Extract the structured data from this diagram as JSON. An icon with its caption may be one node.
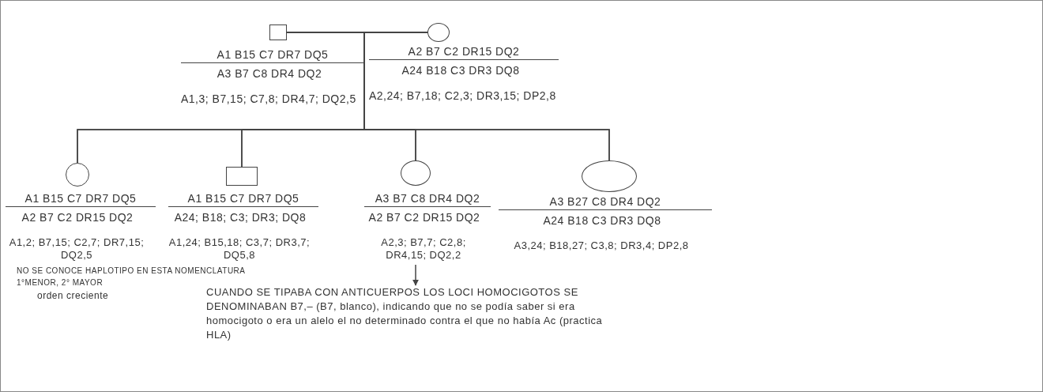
{
  "diagram": {
    "nodes": [
      {
        "text": [],
        "shape": "box",
        "beside": [
          "A1 B15 C7 DR7 DQ5",
          "A3 B7 C8 DR4 DQ2",
          "A1,3; B7,15; C7,8; DR4,7; DQ2,5"
        ]
      },
      {
        "text": [],
        "shape": "circle",
        "beside": [
          "A2 B7 C2 DR15 DQ2",
          "A24 B18 C3 DR3 DQ8",
          "A2,24; B7,18; C2,3; DR3,15; DP2,8"
        ]
      },
      {
        "text": [],
        "shape": "circle",
        "beside": [
          "A1 B15 C7 DR7 DQ5",
          "A2 B7 C2 DR15 DQ2",
          "A1,2; B7,15; C2,7; DR7,15; DQ2,5"
        ]
      },
      {
        "text": [],
        "shape": "box",
        "beside": [
          "A1 B15 C7 DR7 DQ5",
          "A24; B18; C3; DR3; DQ8",
          "A1,24; B15,18; C3,7; DR3,7; DQ5,8"
        ]
      },
      {
        "text": [],
        "shape": "circle",
        "beside": [
          "A3 B7 C8 DR4 DQ2",
          "A2 B7 C2 DR15 DQ2",
          "A2,3; B7,7; C2,8; DR4,15; DQ2,2"
        ]
      },
      {
        "text": [],
        "shape": "circle",
        "beside": [
          "A3 B27 C8 DR4 DQ2",
          "A24 B18 C3 DR3 DQ8",
          "A3,24; B18,27; C3,8; DR3,4; DP2,8"
        ]
      },
      {
        "text": [
          "CUANDO SE TIPABA CON ANTICUERPOS LOS LOCI HOMOCIGOTOS SE DENOMINABAN B7,– (B7, blanco), indicando que no se podía saber si era homocigoto o era un alelo el no determinado contra el que no había Ac (practica HLA)"
        ]
      }
    ],
    "edges": [
      {
        "from": 0,
        "to": 1,
        "arrow": "none"
      },
      {
        "from": 0,
        "to": 2,
        "arrow": "none"
      },
      {
        "from": 1,
        "to": 2,
        "arrow": "none"
      },
      {
        "from": 0,
        "to": 3,
        "arrow": "none"
      },
      {
        "from": 1,
        "to": 3,
        "arrow": "none"
      },
      {
        "from": 0,
        "to": 4,
        "arrow": "none"
      },
      {
        "from": 1,
        "to": 4,
        "arrow": "none"
      },
      {
        "from": 0,
        "to": 5,
        "arrow": "none"
      },
      {
        "from": 1,
        "to": 5,
        "arrow": "none"
      },
      {
        "from": 4,
        "to": 6,
        "arrow": "to"
      }
    ],
    "labels": [
      "NO SE CONOCE HAPLOTIPO EN ESTA NOMENCLATURA",
      "1°MENOR, 2° MAYOR",
      "orden creciente"
    ]
  }
}
